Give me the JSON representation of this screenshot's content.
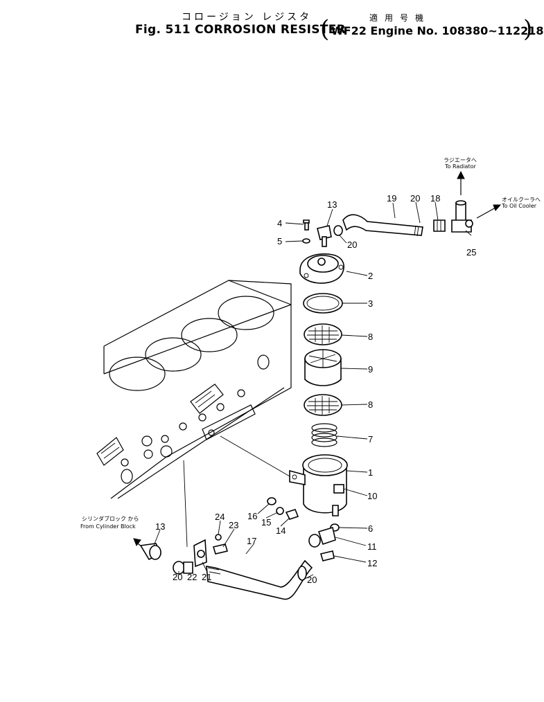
{
  "title": {
    "japanese": "コロージョン レジスタ",
    "english": "Fig. 511 CORROSION RESISTER",
    "applicability_japanese": "適用号機",
    "applicability": "WF22 Engine No. 108380~112218"
  },
  "annotations": {
    "radiator_jp": "ラジエータへ",
    "radiator_en": "To Radiator",
    "oil_cooler_jp": "オイルクーラへ",
    "oil_cooler_en": "To Oil Cooler",
    "cyl_block_jp": "シリンダブロック から",
    "cyl_block_en": "From Cylinder Block"
  },
  "callouts": {
    "c1": "1",
    "c2": "2",
    "c3": "3",
    "c4": "4",
    "c5": "5",
    "c6": "6",
    "c7": "7",
    "c8a": "8",
    "c8b": "8",
    "c9": "9",
    "c10": "10",
    "c11": "11",
    "c12": "12",
    "c13a": "13",
    "c13b": "13",
    "c14": "14",
    "c15": "15",
    "c16": "16",
    "c17": "17",
    "c18": "18",
    "c19": "19",
    "c20a": "20",
    "c20b": "20",
    "c20c": "20",
    "c20d": "20",
    "c21": "21",
    "c22": "22",
    "c23": "23",
    "c24": "24",
    "c25": "25"
  }
}
